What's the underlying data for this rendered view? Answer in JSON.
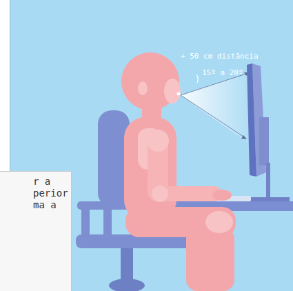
{
  "diagram": {
    "nodes": [
      {
        "text": [
          "r a perior ma a"
        ]
      }
    ],
    "labels": [
      "+ 50 cm distância",
      "15º a 20º"
    ]
  }
}
